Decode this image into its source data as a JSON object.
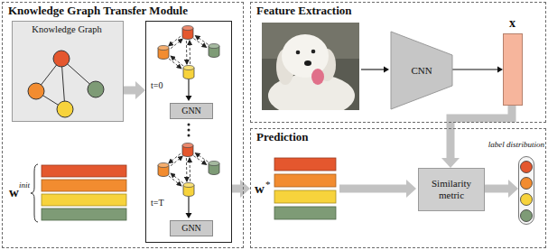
{
  "diagram": {
    "nodes": [
      {
        "text": [
          "Knowledge Graph Transfer Module"
        ]
      },
      {
        "text": [
          "Knowledge Graph"
        ],
        "in": 0
      },
      {
        "text": [
          "t=0",
          "t=T"
        ],
        "in": 0
      },
      {
        "text": [
          "GNN"
        ],
        "in": 2
      },
      {
        "text": [
          "GNN"
        ],
        "in": 2
      },
      {
        "text": [
          "Feature Extraction"
        ]
      },
      {
        "text": [
          "CNN"
        ],
        "in": 5
      },
      {
        "text": [
          "x"
        ],
        "in": 5
      },
      {
        "text": [
          "Prediction"
        ]
      },
      {
        "text": [
          "Similarity metric"
        ],
        "in": 8
      },
      {
        "text": [
          "label distribution"
        ],
        "in": 8
      }
    ],
    "edges": [
      {
        "from": 1,
        "to": 2,
        "arrow": "to"
      },
      {
        "from": 2,
        "to": 8,
        "arrow": "to"
      },
      {
        "from": 6,
        "to": 7,
        "arrow": "to"
      },
      {
        "from": 7,
        "to": 9,
        "arrow": "to"
      },
      {
        "from": 9,
        "to": 10,
        "arrow": "to"
      }
    ],
    "labels": [
      "w",
      "init",
      "w",
      "*"
    ]
  }
}
